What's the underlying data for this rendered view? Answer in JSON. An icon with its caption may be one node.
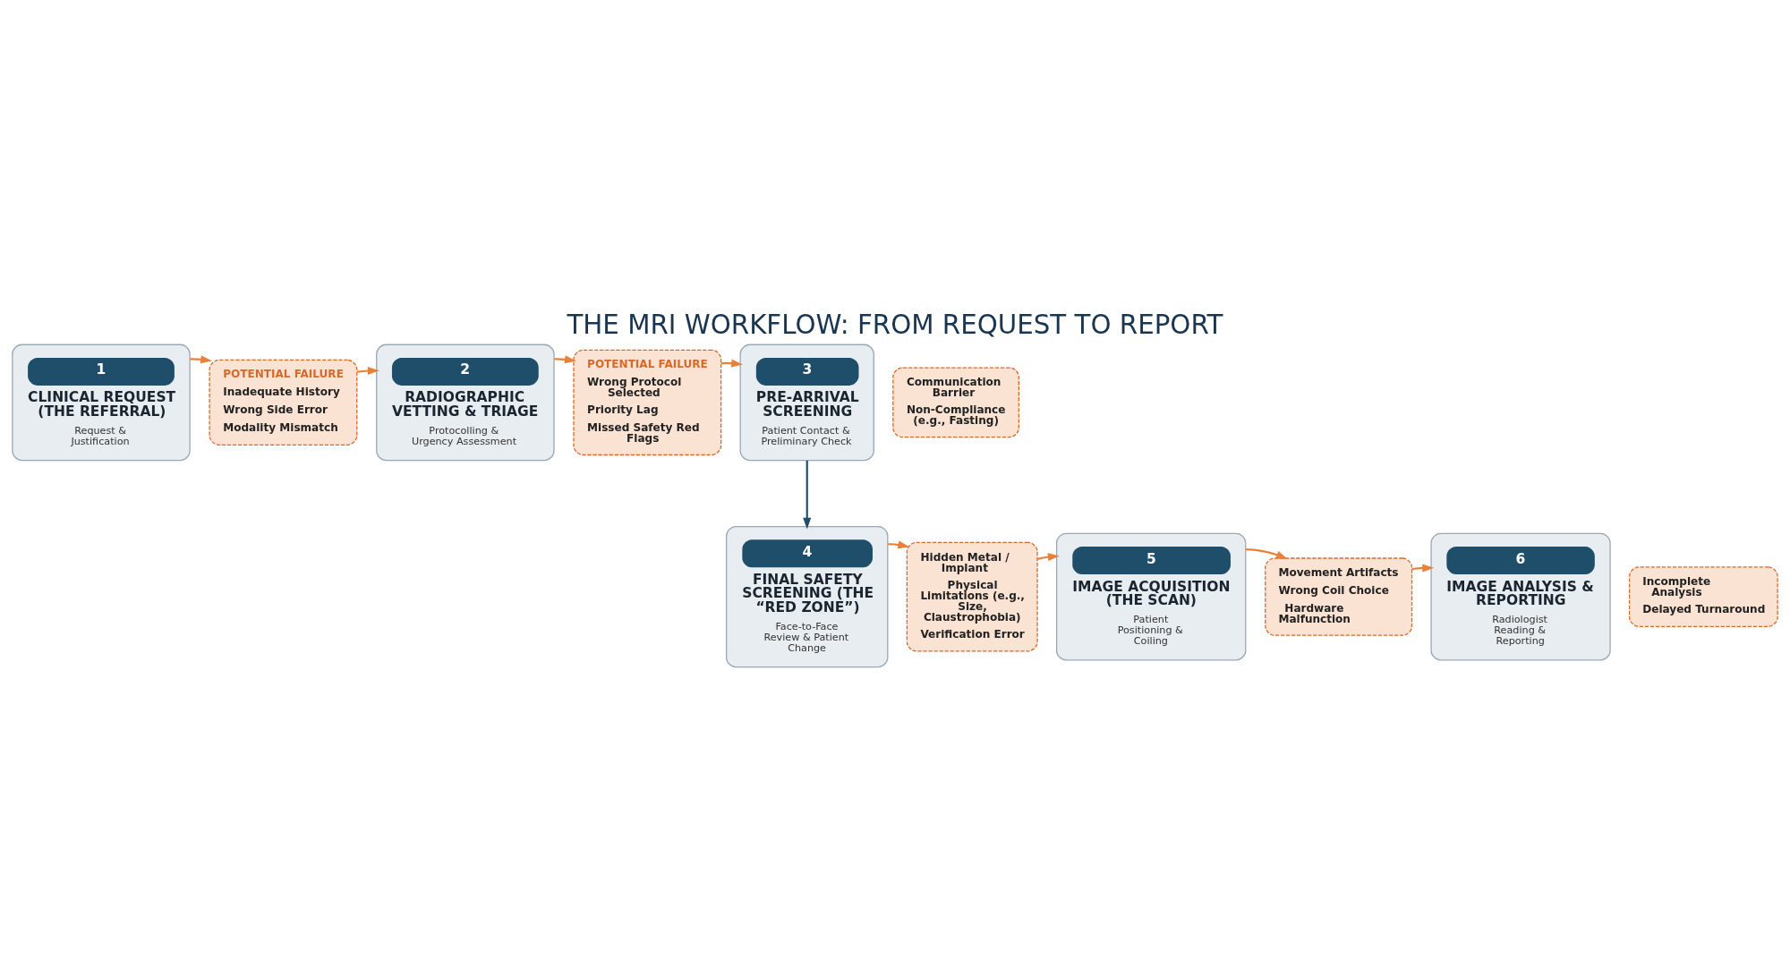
{
  "diagram": {
    "title": "THE MRI WORKFLOW: FROM REQUEST TO REPORT",
    "nodes": [
      {
        "text": [
          "1",
          "CLINICAL REQUEST (THE REFERRAL)",
          "Request & Justification"
        ]
      },
      {
        "text": [
          "POTENTIAL FAILURE",
          "Inadequate History",
          "Wrong Side Error",
          "Modality Mismatch"
        ]
      },
      {
        "text": [
          "2",
          "RADIOGRAPHIC VETTING & TRIAGE",
          "Protocolling & Urgency Assessment"
        ]
      },
      {
        "text": [
          "POTENTIAL FAILURE",
          "Wrong Protocol Selected",
          "Priority Lag",
          "Missed Safety Red Flags"
        ]
      },
      {
        "text": [
          "3",
          "PRE-ARRIVAL SCREENING",
          "Patient Contact & Preliminary Check"
        ]
      },
      {
        "text": [
          "Communication Barrier",
          "Non-Compliance (e.g., Fasting)"
        ]
      },
      {
        "text": [
          "4",
          "FINAL SAFETY SCREENING (THE “RED ZONE”)",
          "Face-to-Face Review & Patient Change"
        ]
      },
      {
        "text": [
          "Hidden Metal / Implant",
          "Physical Limitations (e.g., Size, Claustrophobia)",
          "Verification Error"
        ]
      },
      {
        "text": [
          "5",
          "IMAGE ACQUISITION (THE SCAN)",
          "Patient Positioning & Coiling"
        ]
      },
      {
        "text": [
          "Movement Artifacts",
          "Wrong Coil Choice",
          "Hardware Malfunction"
        ]
      },
      {
        "text": [
          "6",
          "IMAGE ANALYSIS & REPORTING",
          "Radiologist Reading & Reporting"
        ]
      },
      {
        "text": [
          "Incomplete Analysis",
          "Delayed Turnaround"
        ]
      }
    ],
    "edges": [
      {
        "from": 0,
        "to": 1,
        "arrow": "to"
      },
      {
        "from": 1,
        "to": 2,
        "arrow": "to"
      },
      {
        "from": 2,
        "to": 3,
        "arrow": "to"
      },
      {
        "from": 3,
        "to": 4,
        "arrow": "to"
      },
      {
        "from": 4,
        "to": 6,
        "arrow": "to",
        "color": "#1f4e6b"
      },
      {
        "from": 6,
        "to": 7,
        "arrow": "to"
      },
      {
        "from": 7,
        "to": 8,
        "arrow": "to"
      },
      {
        "from": 8,
        "to": 9,
        "arrow": "to"
      },
      {
        "from": 9,
        "to": 10,
        "arrow": "to"
      }
    ]
  }
}
